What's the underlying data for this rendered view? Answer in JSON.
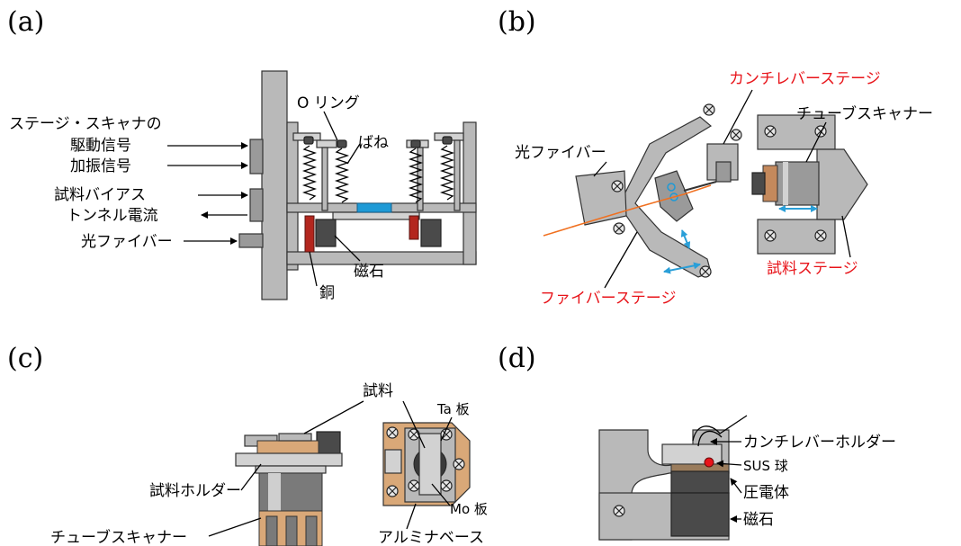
{
  "panels": {
    "a": {
      "tag": "(a)",
      "labels": {
        "stage_scanner": "ステージ・スキャナの",
        "drive_signal": "駆動信号",
        "excite_signal": "加振信号",
        "sample_bias": "試料バイアス",
        "tunnel_current": "トンネル電流",
        "optical_fiber": "光ファイバー",
        "o_ring": "O リング",
        "spring": "ばね",
        "magnet": "磁石",
        "copper": "銅"
      }
    },
    "b": {
      "tag": "(b)",
      "labels": {
        "cantilever_stage": "カンチレバーステージ",
        "tube_scanner": "チューブスキャナー",
        "optical_fiber": "光ファイバー",
        "sample_stage": "試料ステージ",
        "fiber_stage": "ファイバーステージ"
      }
    },
    "c": {
      "tag": "(c)",
      "labels": {
        "sample": "試料",
        "ta_plate": "Ta 板",
        "sample_holder": "試料ホルダー",
        "mo_plate": "Mo 板",
        "tube_scanner": "チューブスキャナー",
        "alumina_base": "アルミナベース"
      }
    },
    "d": {
      "tag": "(d)",
      "labels": {
        "cantilever_holder": "カンチレバーホルダー",
        "sus_ball": "SUS 球",
        "piezo": "圧電体",
        "magnet": "磁石"
      }
    }
  },
  "colors": {
    "red_label": "#e8141a",
    "blue_arrow": "#2a9fd8",
    "magnet_red": "#b3261e",
    "sample_blue": "#1e9ad6",
    "fiber_orange": "#f07020",
    "base_tan": "#d9a878"
  }
}
